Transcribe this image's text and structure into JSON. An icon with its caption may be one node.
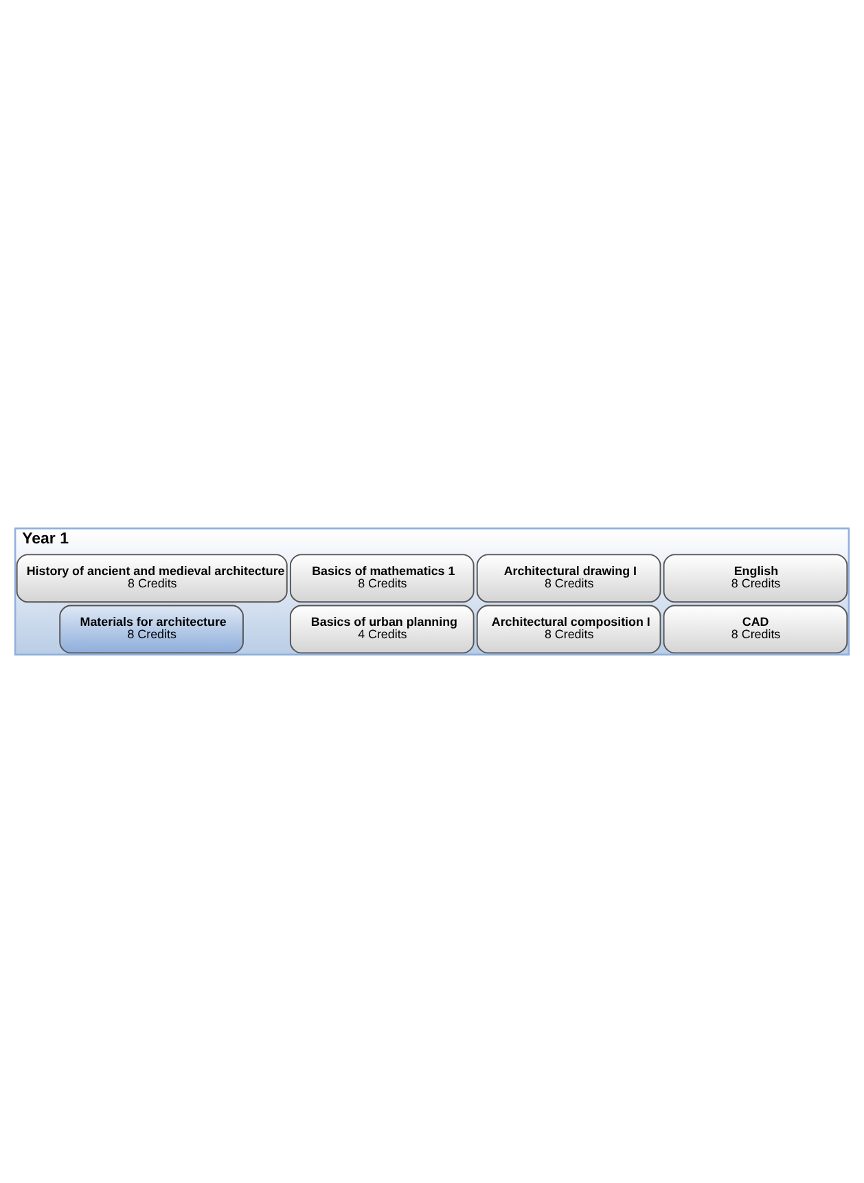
{
  "diagram": {
    "nodes": [
      {
        "text": [
          "Year 1"
        ]
      },
      {
        "text": [
          "Materials for architecture",
          "8 Credits"
        ],
        "in": 0
      },
      {
        "text": [
          "Basics of mathematics 1",
          "8 Credits"
        ],
        "in": 0
      },
      {
        "text": [
          "Basics of urban planning",
          "4 Credits"
        ],
        "in": 0
      },
      {
        "text": [
          "Architectural drawing I",
          "8 Credits"
        ],
        "in": 0
      },
      {
        "text": [
          "Architectural composition I",
          "8 Credits"
        ],
        "in": 0
      },
      {
        "text": [
          "English",
          "8 Credits"
        ],
        "in": 0
      },
      {
        "text": [
          "History of ancient and medieval architecture",
          "8 Credits"
        ],
        "in": 0
      },
      {
        "text": [
          "CAD",
          "8 Credits"
        ],
        "in": 0
      }
    ],
    "edges": []
  }
}
